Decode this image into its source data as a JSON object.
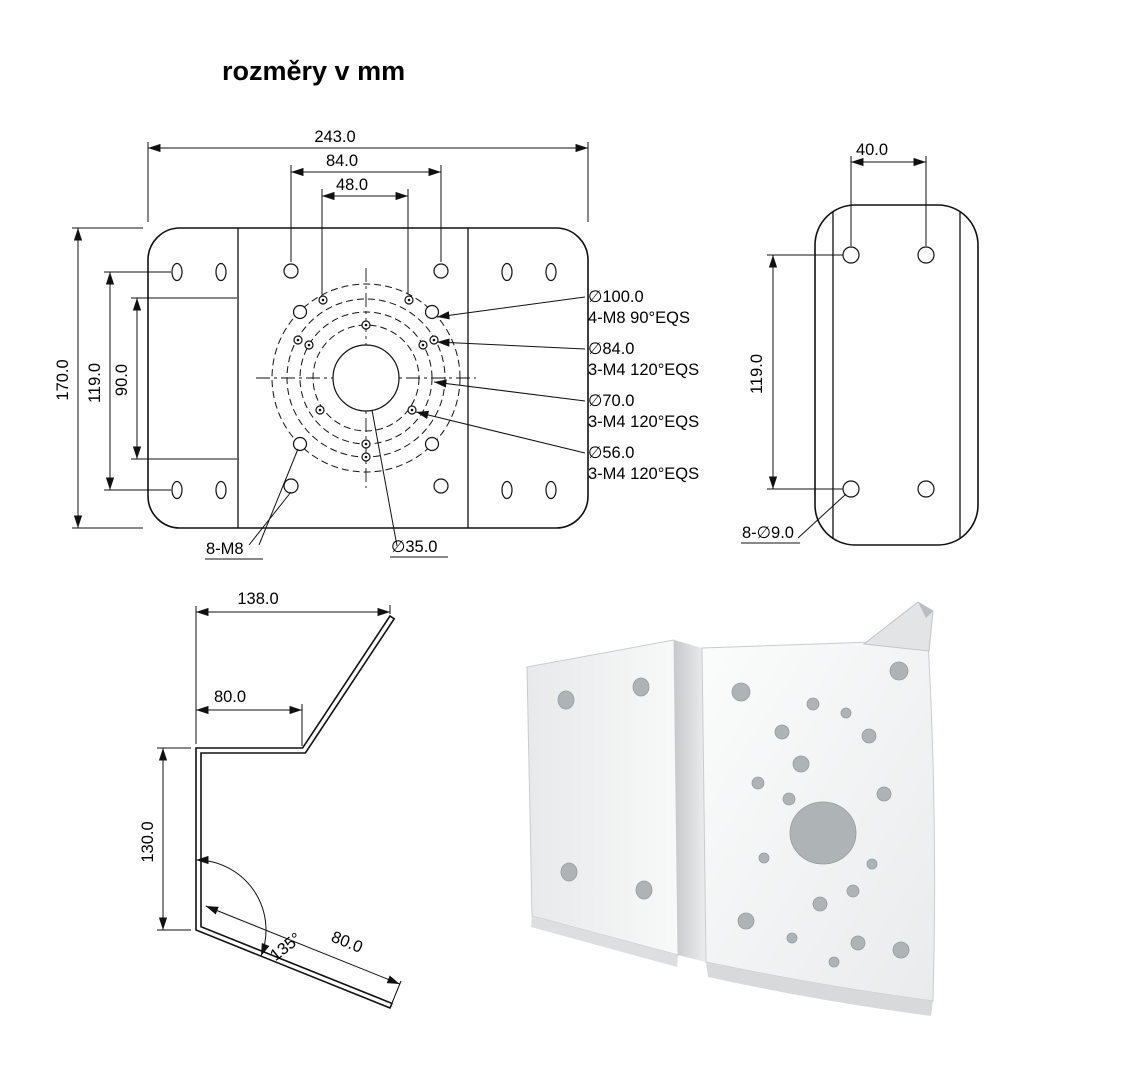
{
  "title": "rozměry v mm",
  "colors": {
    "line": "#111111",
    "bracket_body": "#f4f5f5",
    "hole_shadow": "#aeb3b6"
  },
  "front_view": {
    "dim_width": "243.0",
    "dim_hole_span": "84.0",
    "dim_inner_span": "48.0",
    "dim_height": "170.0",
    "dim_slot_span": "119.0",
    "dim_mid_span": "90.0",
    "label_corner_holes": "8-M8",
    "label_center_hole": "∅35.0",
    "annotations": [
      {
        "dia": "∅100.0",
        "spec": "4-M8 90°EQS"
      },
      {
        "dia": "∅84.0",
        "spec": "3-M4 120°EQS"
      },
      {
        "dia": "∅70.0",
        "spec": "3-M4 120°EQS"
      },
      {
        "dia": "∅56.0",
        "spec": "3-M4 120°EQS"
      }
    ]
  },
  "side_view": {
    "dim_hole_pitch": "40.0",
    "dim_hole_span": "119.0",
    "label_holes": "8-∅9.0"
  },
  "profile_view": {
    "dim_overall": "138.0",
    "dim_plate": "80.0",
    "dim_depth": "130.0",
    "dim_wing": "80.0",
    "angle_wing": "135°"
  }
}
